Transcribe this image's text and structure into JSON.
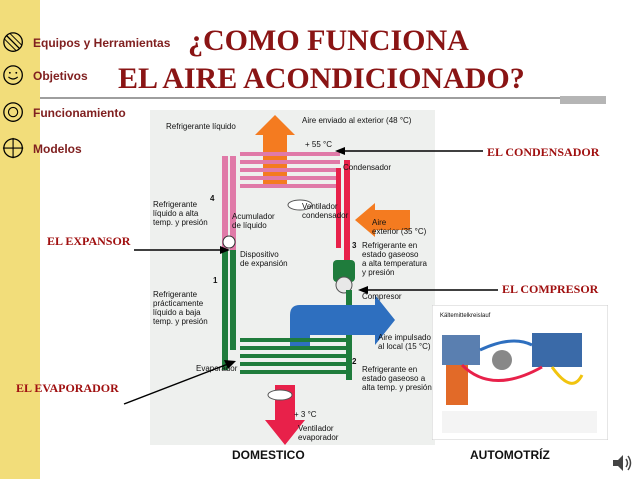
{
  "menu": [
    {
      "label": "Equipos y Herramientas",
      "icon": "no-entry-icon"
    },
    {
      "label": "Objetivos",
      "icon": "smiley-face-icon"
    },
    {
      "label": "Funcionamiento",
      "icon": "circle-icon"
    },
    {
      "label": "Modelos",
      "icon": "crosshair-icon"
    }
  ],
  "title": {
    "line1": "¿COMO FUNCIONA",
    "line2": "EL AIRE ACONDICIONADO?"
  },
  "callouts": {
    "condensador": "EL CONDENSADOR",
    "expansor": "EL EXPANSOR",
    "compresor": "EL COMPRESOR",
    "evaporador": "EL EVAPORADOR"
  },
  "captions": {
    "domestico": "DOMESTICO",
    "automotriz": "AUTOMOTRÍZ"
  },
  "diagram": {
    "refrigerante_liquido": "Refrigerante líquido",
    "aire_exterior": "Aire enviado al exterior (48 °C)",
    "temp_55": "+ 55 °C",
    "condensador": "Condensador",
    "ventilador_condensador": "Ventilador\ncondensador",
    "acumulador": "Acumulador\nde líquido",
    "refrigerante_alta": "Refrigerante\nlíquido a alta\ntemp. y presión",
    "aire_ext_35": "Aire\nexterior (35 °C)",
    "dispositivo": "Dispositivo\nde expansión",
    "refrigerante_gaseoso_alta": "Refrigerante en\nestado gaseoso\na alta temperatura\ny presión",
    "compresor": "Compresor",
    "refrigerante_baja": "Refrigerante\nprácticamente\nlíquido a baja\ntemp. y presión",
    "aire_impulsado": "Aire impulsado\nal local (15 °C)",
    "evaporador": "Evaporador",
    "temp_3": "+ 3 °C",
    "refrigerante_gaseoso_baja": "Refrigerante en\nestado gaseoso a\nalta temp. y presión",
    "ventilador_evaporador": "Ventilador\nevaporador",
    "n1": "1",
    "n2": "2",
    "n3": "3",
    "n4": "4",
    "auto_title": "Kältemittelkreislauf"
  },
  "colors": {
    "sidebar": "#f2dd7a",
    "title": "#8a1414",
    "callout": "#a01010",
    "hot": "#e8214a",
    "cold": "#1f7c3c",
    "pink": "#e07aa8",
    "air_hot": "#f47b20",
    "air_cold": "#2e6fbf"
  },
  "audio_icon": "speaker-icon"
}
